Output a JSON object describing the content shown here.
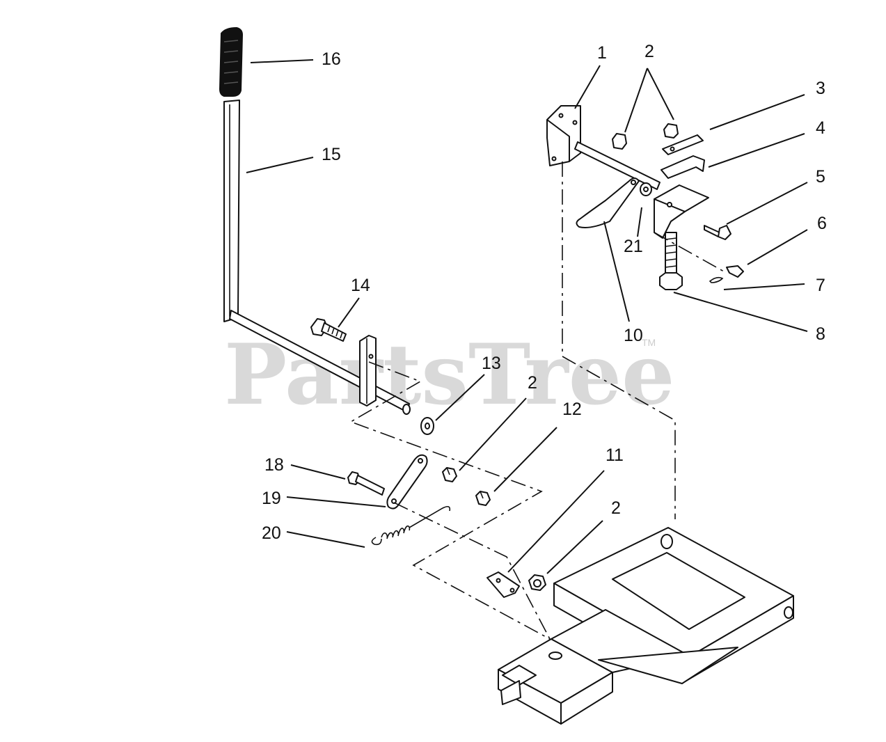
{
  "watermark": {
    "text": "PartsTree",
    "trademark": "TM"
  },
  "callouts": [
    {
      "id": "c16",
      "label": "16"
    },
    {
      "id": "c15",
      "label": "15"
    },
    {
      "id": "c14",
      "label": "14"
    },
    {
      "id": "c13",
      "label": "13"
    },
    {
      "id": "c2a",
      "label": "2"
    },
    {
      "id": "c12",
      "label": "12"
    },
    {
      "id": "c18",
      "label": "18"
    },
    {
      "id": "c19",
      "label": "19"
    },
    {
      "id": "c20",
      "label": "20"
    },
    {
      "id": "c11",
      "label": "11"
    },
    {
      "id": "c2b",
      "label": "2"
    },
    {
      "id": "c1",
      "label": "1"
    },
    {
      "id": "c2c",
      "label": "2"
    },
    {
      "id": "c3",
      "label": "3"
    },
    {
      "id": "c4",
      "label": "4"
    },
    {
      "id": "c5",
      "label": "5"
    },
    {
      "id": "c6",
      "label": "6"
    },
    {
      "id": "c7",
      "label": "7"
    },
    {
      "id": "c8",
      "label": "8"
    },
    {
      "id": "c21",
      "label": "21"
    },
    {
      "id": "c10",
      "label": "10"
    }
  ]
}
